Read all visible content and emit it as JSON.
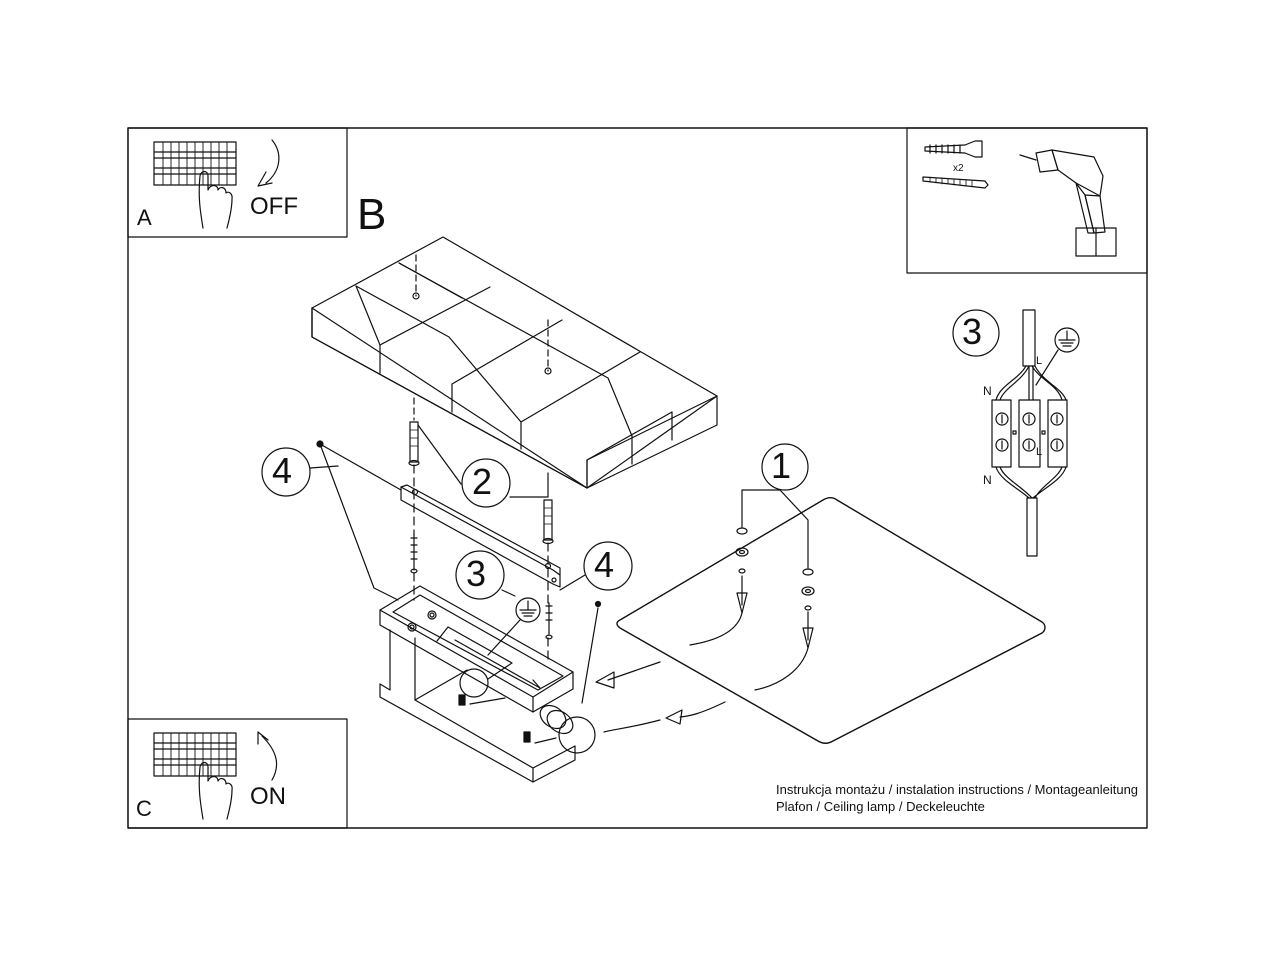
{
  "document": {
    "title": "Instrukcja montażu / instalation instructions / Montageanleitung",
    "subtitle": "Plafon / Ceiling lamp / Deckeleuchte"
  },
  "panels": {
    "power_off": {
      "letter": "A",
      "state_label": "OFF",
      "icon": "breaker-switch-hand-icon"
    },
    "assembly": {
      "letter": "B"
    },
    "power_on": {
      "letter": "C",
      "state_label": "ON",
      "icon": "breaker-switch-hand-icon"
    },
    "tools": {
      "quantity_label": "x2",
      "items": [
        "wall-plug-icon",
        "screw-icon",
        "drill-icon"
      ]
    }
  },
  "callouts": {
    "part_1": "1",
    "part_2": "2",
    "part_3": "3",
    "part_4_left": "4",
    "part_4_right": "4",
    "wiring_detail": "3"
  },
  "wiring": {
    "neutral_top": "N",
    "neutral_bottom": "N",
    "live_top": "L",
    "live_bottom": "L",
    "ground_symbol": "ground-icon"
  },
  "colors": {
    "ink": "#111111",
    "paper": "#ffffff"
  }
}
